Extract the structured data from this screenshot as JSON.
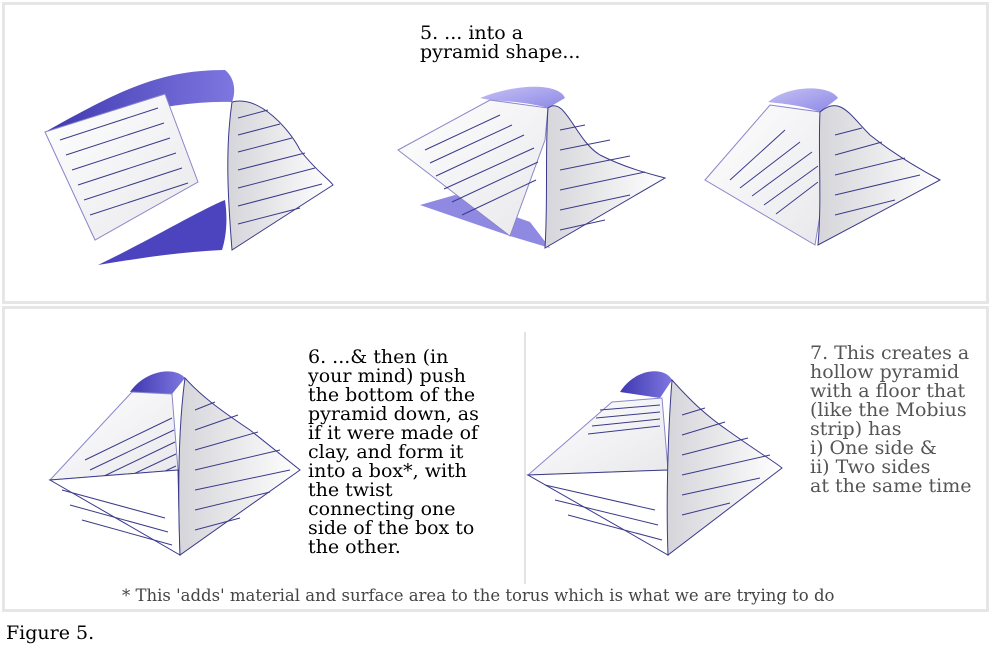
{
  "steps": {
    "step5": "5.  ... into a\npyramid shape...",
    "step6": "6.  ...& then (in\nyour mind) push\nthe bottom of the\npyramid down, as\nif it were made of\nclay, and form it\ninto a box*, with\nthe twist\nconnecting one\nside of the box to\nthe other.",
    "step7": "7.  This creates a\nhollow pyramid\nwith a floor that\n(like the Mobius\nstrip) has\ni)     One side &\nii)    Two sides\nat the same time"
  },
  "footnote": "*  This 'adds' material and surface area to the torus which is what we are trying to do",
  "figure_label": "Figure 5.",
  "colors": {
    "band": "#5a52c8",
    "band_light": "#a8a3ea",
    "line": "#3a3a8a",
    "paper": "#f4f4f6",
    "shadow": "#c9c9cf",
    "panel_border": "#e6e6e6"
  }
}
